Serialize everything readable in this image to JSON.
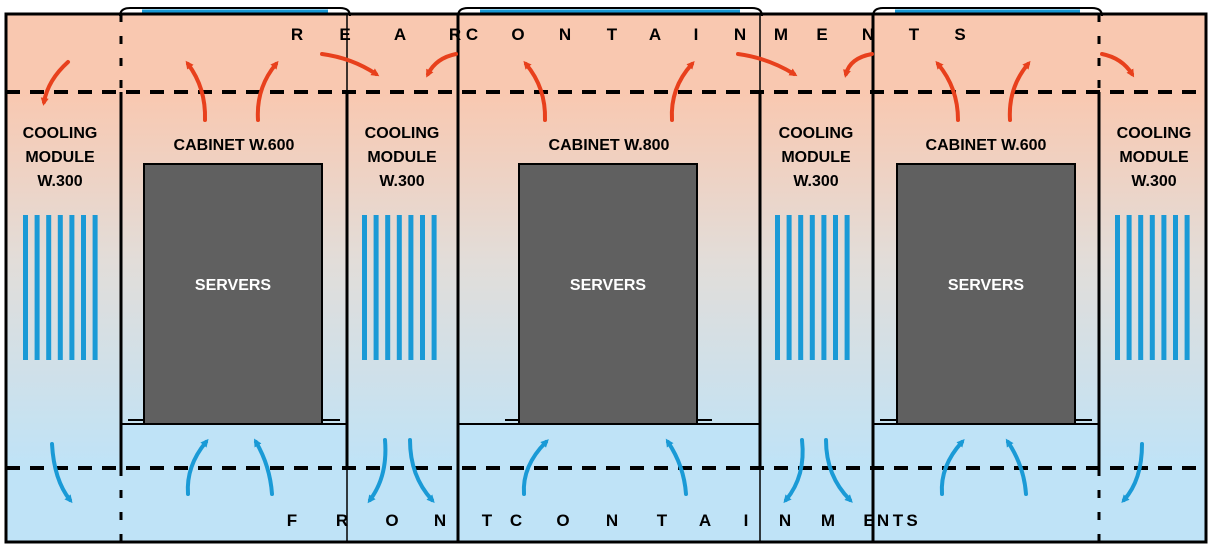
{
  "colors": {
    "hot_zone": "#f9c8b0",
    "cold_zone": "#bfe3f7",
    "server": "#606060",
    "hot_arrow": "#e8401c",
    "cold_arrow": "#1a9ad6",
    "cooling_bars": "#1a9ad6",
    "outline": "#000000"
  },
  "rear_containment": {
    "letters": [
      "R",
      "E",
      "A",
      "R",
      "C",
      "O",
      "N",
      "T",
      "A",
      "I",
      "N",
      "M",
      "E",
      "N",
      "T",
      "S"
    ]
  },
  "front_containment": {
    "letters": [
      "F",
      "R",
      "O",
      "N",
      "T",
      "C",
      "O",
      "N",
      "T",
      "A",
      "I",
      "N",
      "M",
      "E",
      "N",
      "T",
      "S"
    ]
  },
  "cooling_modules": [
    {
      "line1": "COOLING",
      "line2": "MODULE",
      "line3": "W.300"
    },
    {
      "line1": "COOLING",
      "line2": "MODULE",
      "line3": "W.300"
    },
    {
      "line1": "COOLING",
      "line2": "MODULE",
      "line3": "W.300"
    },
    {
      "line1": "COOLING",
      "line2": "MODULE",
      "line3": "W.300"
    }
  ],
  "cabinets": [
    {
      "label": "CABINET W.600",
      "servers": "SERVERS"
    },
    {
      "label": "CABINET W.800",
      "servers": "SERVERS"
    },
    {
      "label": "CABINET W.600",
      "servers": "SERVERS"
    }
  ],
  "airflow": {
    "hot_icon": "hot-air-arrow-icon",
    "cold_icon": "cold-air-arrow-icon"
  }
}
